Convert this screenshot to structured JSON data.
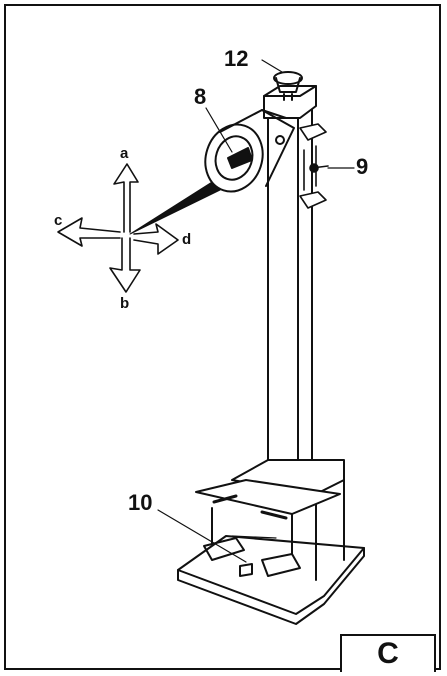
{
  "figure": {
    "label": "C"
  },
  "callouts": {
    "c12": "12",
    "c8": "8",
    "c9": "9",
    "c10": "10"
  },
  "directions": {
    "a": "a",
    "b": "b",
    "c": "c",
    "d": "d"
  },
  "colors": {
    "ink": "#111111",
    "paper": "#ffffff"
  }
}
